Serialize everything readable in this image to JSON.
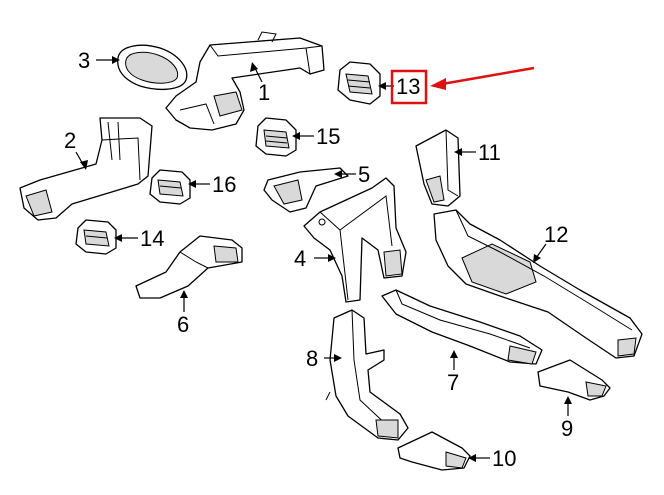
{
  "callouts": {
    "c1": "1",
    "c2": "2",
    "c3": "3",
    "c4": "4",
    "c5": "5",
    "c6": "6",
    "c7": "7",
    "c8": "8",
    "c9": "9",
    "c10": "10",
    "c11": "11",
    "c12": "12",
    "c13": "13",
    "c14": "14",
    "c15": "15",
    "c16": "16"
  },
  "highlight": {
    "part": "13",
    "color": "#e01010"
  }
}
